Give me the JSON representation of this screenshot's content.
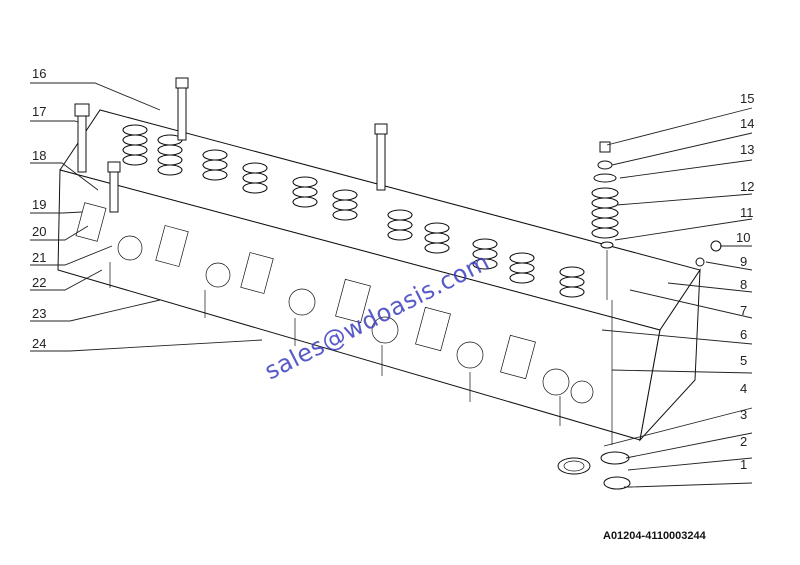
{
  "drawing": {
    "watermark": "sales@wdoasis.com",
    "code": "A01204-4110003244",
    "callouts": [
      "1",
      "2",
      "3",
      "4",
      "5",
      "6",
      "7",
      "8",
      "9",
      "10",
      "11",
      "12",
      "13",
      "14",
      "15",
      "16",
      "17",
      "18",
      "19",
      "20",
      "21",
      "22",
      "23",
      "24"
    ]
  }
}
